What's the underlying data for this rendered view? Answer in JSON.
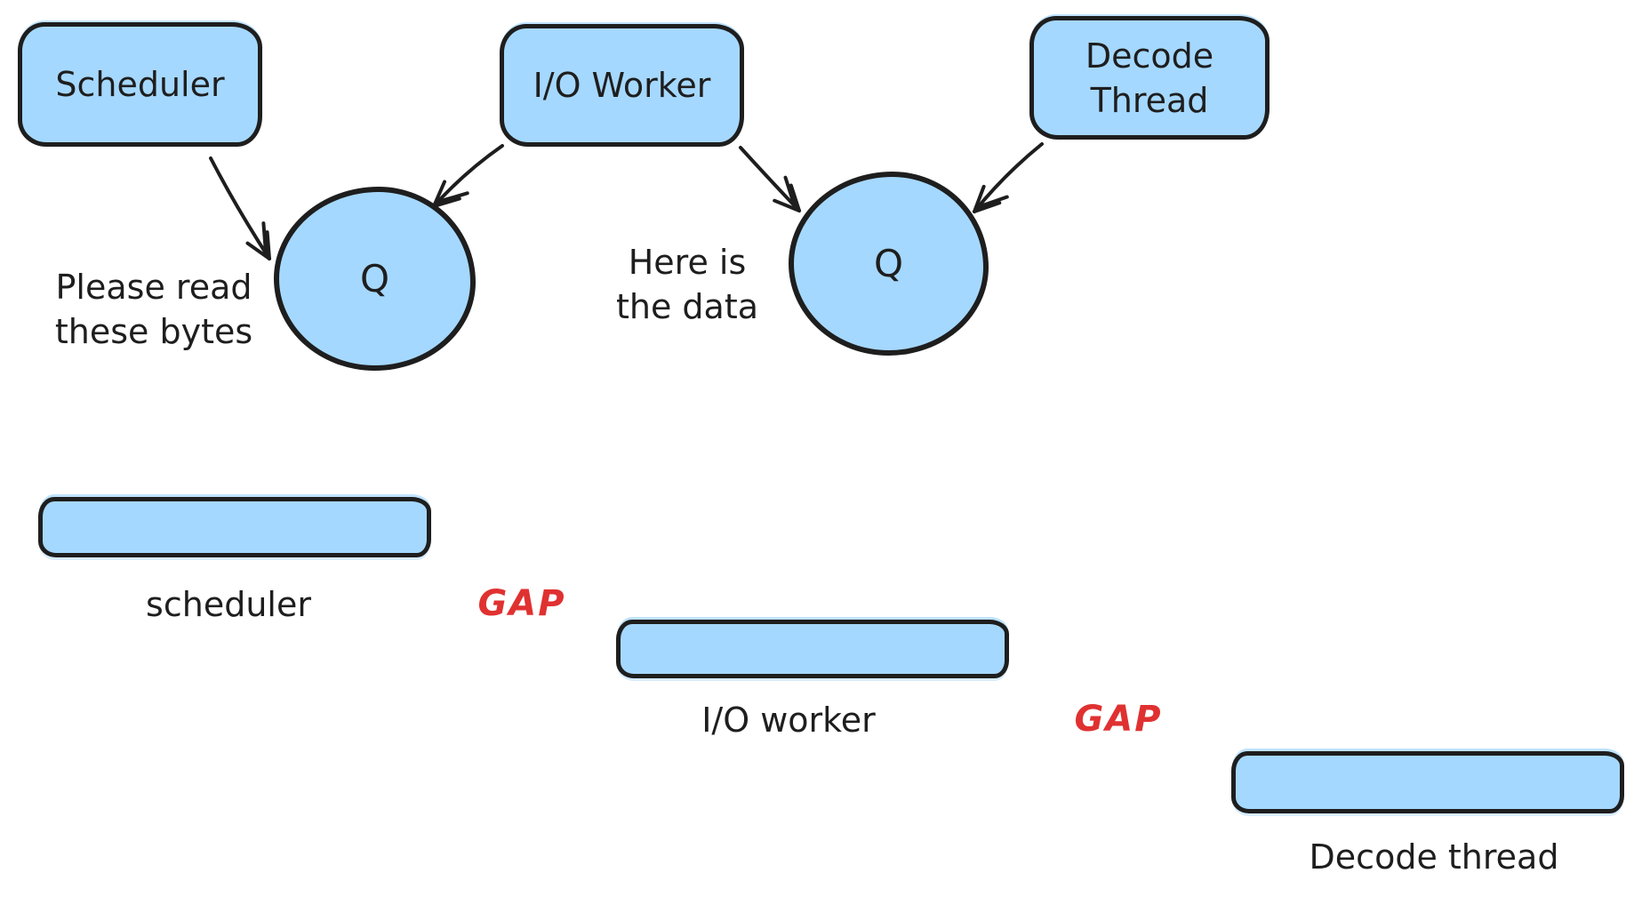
{
  "colors": {
    "background": "#ffffff",
    "shape_fill": "#a5d8ff",
    "shape_stroke": "#1e1e1e",
    "gap_text": "#e03131"
  },
  "nodes": {
    "scheduler": "Scheduler",
    "io_worker": "I/O Worker",
    "decode_thread_line1": "Decode",
    "decode_thread_line2": "Thread",
    "queue1": "Q",
    "queue2": "Q"
  },
  "notes": {
    "scheduler_to_queue": {
      "line1": "Please read",
      "line2": "these bytes"
    },
    "io_to_queue": {
      "line1": "Here is",
      "line2": "the data"
    }
  },
  "timeline": {
    "bar_scheduler": "scheduler",
    "gap_1": "GAP",
    "bar_io_worker": "I/O worker",
    "gap_2": "GAP",
    "bar_decode_thread": "Decode thread"
  }
}
